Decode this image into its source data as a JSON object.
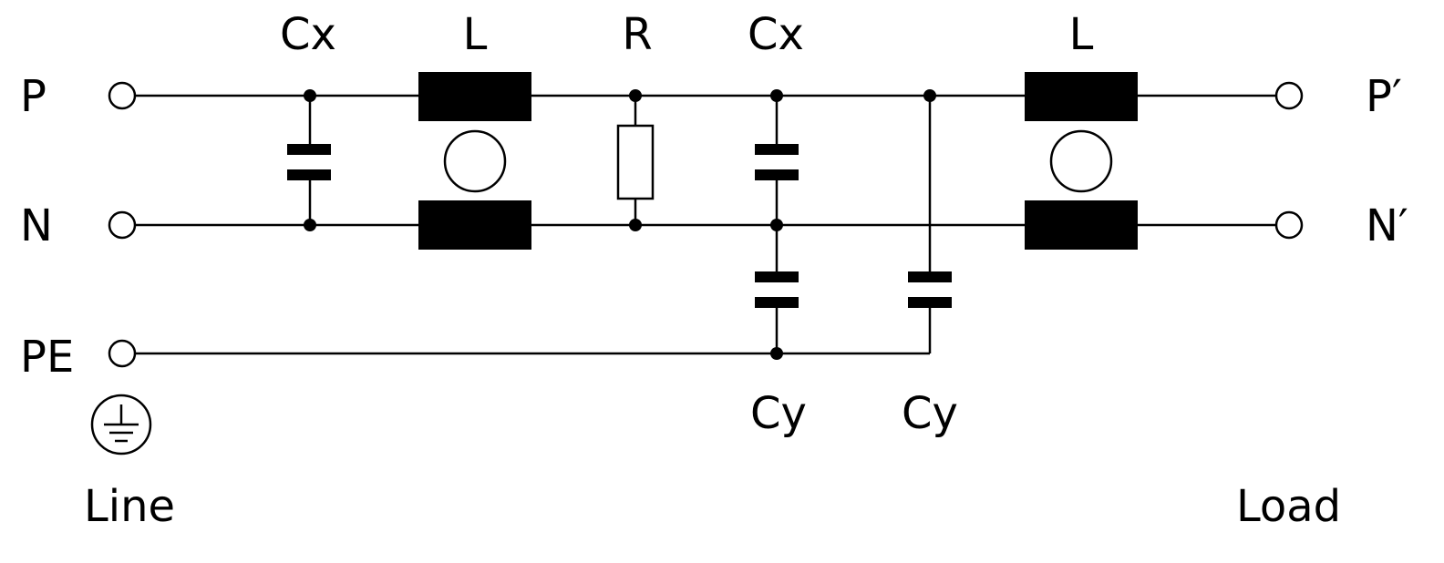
{
  "terminals": {
    "p_in": "P",
    "n_in": "N",
    "pe_in": "PE",
    "p_out": "P′",
    "n_out": "N′"
  },
  "components": {
    "cx1": "Cx",
    "l1": "L",
    "r": "R",
    "cx2": "Cx",
    "l2": "L",
    "cy1": "Cy",
    "cy2": "Cy"
  },
  "sides": {
    "line": "Line",
    "load": "Load"
  },
  "icons": {
    "ground": "protective-earth-icon"
  },
  "colors": {
    "ink": "#000000",
    "background": "#ffffff"
  }
}
